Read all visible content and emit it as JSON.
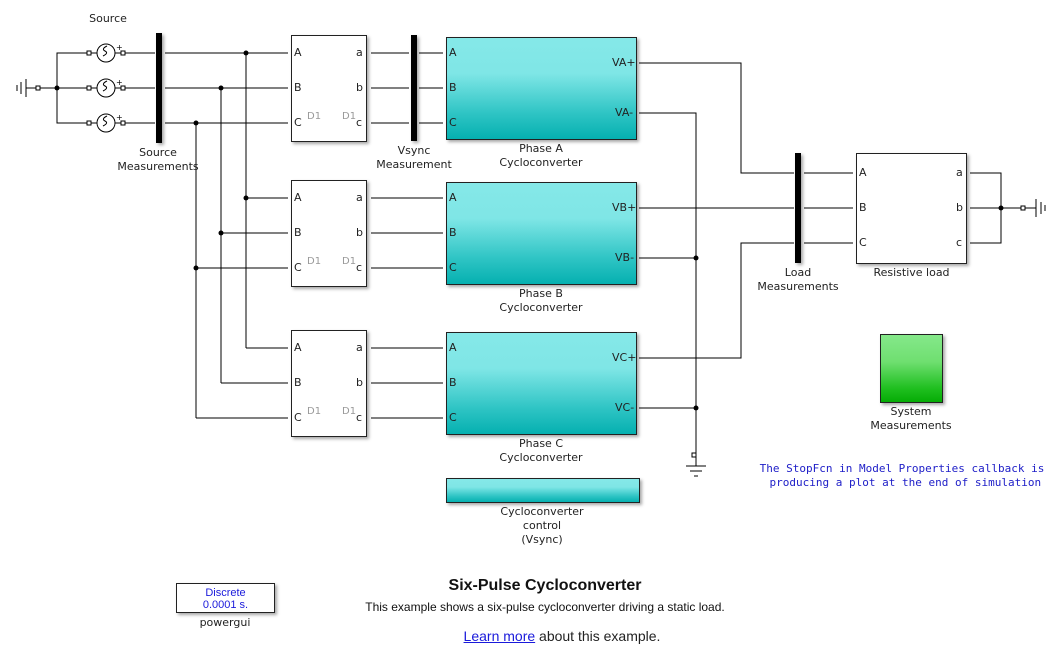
{
  "diagram": {
    "title": "Six-Pulse Cycloconverter",
    "description": "This example shows a six-pulse cycloconverter driving a static load.",
    "learn_more": {
      "link": "Learn more",
      "suffix": " about this example."
    },
    "note": "The StopFcn in Model Properties callback is\n producing a plot at the end of simulation",
    "colors": {
      "cycloconverter": "#2ec4c4",
      "system_measurements": "#1fbf1f",
      "note_text": "#2020c8",
      "link": "#1a1adb"
    }
  },
  "blocks": {
    "source": {
      "label": "Source"
    },
    "source_meas": {
      "label": "Source\nMeasurements"
    },
    "vsync_meas": {
      "label": "Vsync\nMeasurement"
    },
    "load_meas": {
      "label": "Load\nMeasurements"
    },
    "transformer": {
      "ports_in": [
        "A",
        "B",
        "C"
      ],
      "ports_out": [
        "a",
        "b",
        "c"
      ],
      "winding_labels": [
        "D1",
        "D1"
      ]
    },
    "phase_a": {
      "label": "Phase A\nCycloconverter",
      "ports_in": [
        "A",
        "B",
        "C"
      ],
      "out_plus": "VA+",
      "out_minus": "VA-"
    },
    "phase_b": {
      "label": "Phase B\nCycloconverter",
      "ports_in": [
        "A",
        "B",
        "C"
      ],
      "out_plus": "VB+",
      "out_minus": "VB-"
    },
    "phase_c": {
      "label": "Phase C\nCycloconverter",
      "ports_in": [
        "A",
        "B",
        "C"
      ],
      "out_plus": "VC+",
      "out_minus": "VC-"
    },
    "cyc_control": {
      "label": "Cycloconverter\ncontrol\n(Vsync)"
    },
    "resistive_load": {
      "label": "Resistive load",
      "ports_in": [
        "A",
        "B",
        "C"
      ],
      "ports_out": [
        "a",
        "b",
        "c"
      ]
    },
    "system_meas": {
      "label": "System\nMeasurements"
    },
    "powergui": {
      "line1": "Discrete",
      "line2": "0.0001 s.",
      "label": "powergui"
    }
  }
}
